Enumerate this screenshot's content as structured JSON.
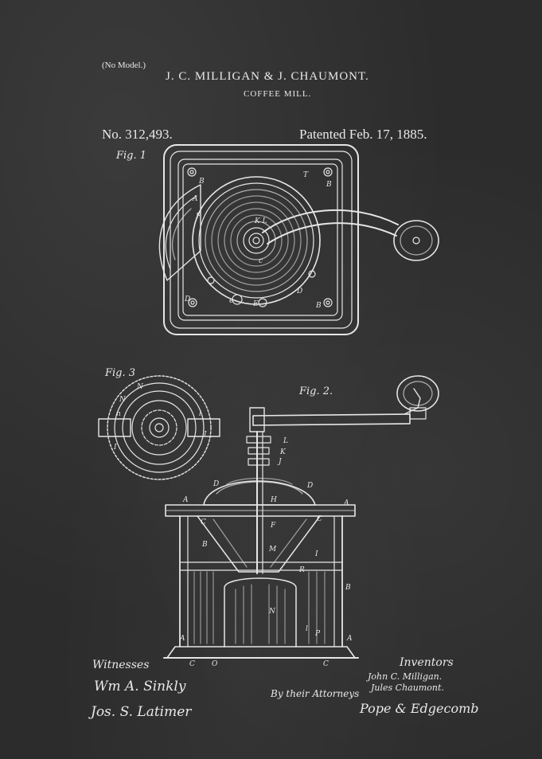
{
  "header": {
    "model_note": "(No Model.)",
    "inventors_title": "J. C. MILLIGAN & J. CHAUMONT.",
    "subject": "COFFEE MILL.",
    "patent_number": "No. 312,493.",
    "patent_date": "Patented Feb. 17, 1885."
  },
  "figures": {
    "fig1_label": "Fig. 1",
    "fig2_label": "Fig. 2.",
    "fig3_label": "Fig. 3"
  },
  "footer": {
    "witnesses_label": "Witnesses",
    "witness_1": "Wm A. Sinkly",
    "witness_2": "Jos. S. Latimer",
    "attorneys_label": "By their Attorneys",
    "inventors_label": "Inventors",
    "inventor_1": "John C. Milligan.",
    "inventor_2": "Jules Chaumont.",
    "attorney_signature": "Pope & Edgecomb"
  },
  "colors": {
    "chalkboard": "#2c2c2c",
    "chalk": "#e9e9e9"
  }
}
